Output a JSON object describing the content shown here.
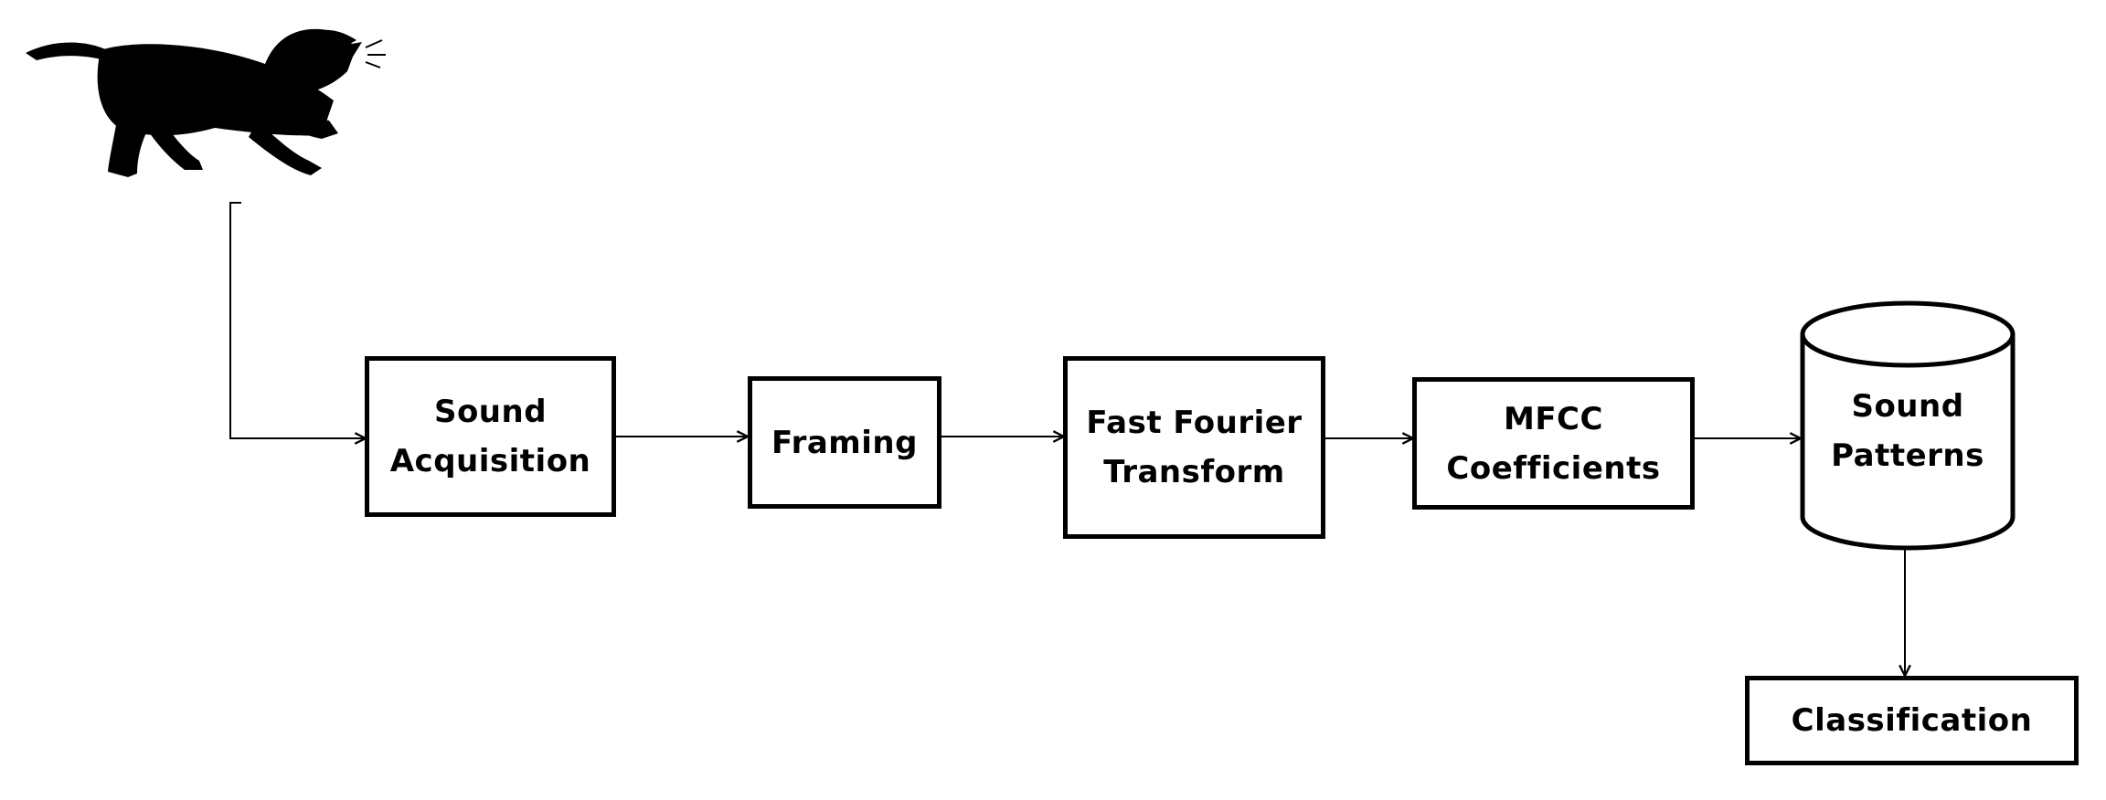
{
  "diagram": {
    "nodes": {
      "sound_acquisition": {
        "lines": [
          "Sound",
          "Acquisition"
        ]
      },
      "framing": {
        "lines": [
          "Framing"
        ]
      },
      "fft": {
        "lines": [
          "Fast Fourier",
          "Transform"
        ]
      },
      "mfcc": {
        "lines": [
          "MFCC",
          "Coefficients"
        ]
      },
      "sound_patterns": {
        "lines": [
          "Sound",
          "Patterns"
        ]
      },
      "classification": {
        "lines": [
          "Classification"
        ]
      }
    },
    "icons": {
      "source": "barking-dog-icon",
      "storage": "database-cylinder-icon"
    },
    "edges": [
      {
        "from": "barking-dog",
        "to": "sound_acquisition"
      },
      {
        "from": "sound_acquisition",
        "to": "framing"
      },
      {
        "from": "framing",
        "to": "fft"
      },
      {
        "from": "fft",
        "to": "mfcc"
      },
      {
        "from": "mfcc",
        "to": "sound_patterns"
      },
      {
        "from": "sound_patterns",
        "to": "classification"
      }
    ],
    "colors": {
      "stroke": "#000000",
      "background": "#ffffff"
    }
  }
}
